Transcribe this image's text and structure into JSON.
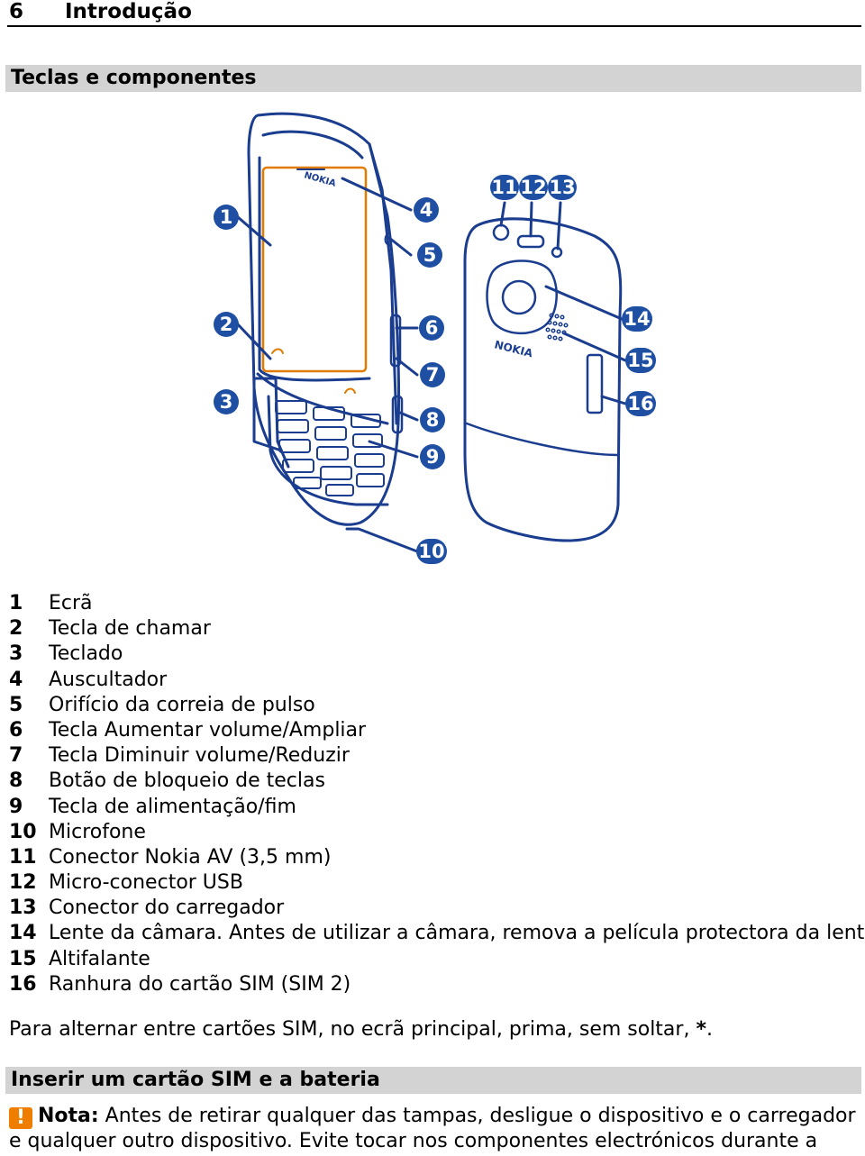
{
  "header": {
    "page_number": "6",
    "title": "Introdução"
  },
  "section1": {
    "title": "Teclas e componentes"
  },
  "figure": {
    "callouts": [
      "1",
      "2",
      "3",
      "4",
      "5",
      "6",
      "7",
      "8",
      "9",
      "10",
      "11",
      "12",
      "13",
      "14",
      "15",
      "16"
    ],
    "brand_front": "NOKIA",
    "brand_back": "NOKIA",
    "colors": {
      "outline": "#1a3d8f",
      "callout": "#1f4fa3",
      "screen": "#e07b00"
    }
  },
  "components": [
    {
      "num": "1",
      "label": "Ecrã"
    },
    {
      "num": "2",
      "label": "Tecla de chamar"
    },
    {
      "num": "3",
      "label": "Teclado"
    },
    {
      "num": "4",
      "label": "Auscultador"
    },
    {
      "num": "5",
      "label": "Orifício da correia de pulso"
    },
    {
      "num": "6",
      "label": "Tecla Aumentar volume/Ampliar"
    },
    {
      "num": "7",
      "label": "Tecla Diminuir volume/Reduzir"
    },
    {
      "num": "8",
      "label": "Botão de bloqueio de teclas"
    },
    {
      "num": "9",
      "label": "Tecla de alimentação/fim"
    },
    {
      "num": "10",
      "label": "Microfone"
    },
    {
      "num": "11",
      "label": "Conector Nokia AV (3,5 mm)"
    },
    {
      "num": "12",
      "label": "Micro-conector USB"
    },
    {
      "num": "13",
      "label": "Conector do carregador"
    },
    {
      "num": "14",
      "label": "Lente da câmara. Antes de utilizar a câmara, remova a película protectora da lente."
    },
    {
      "num": "15",
      "label": "Altifalante"
    },
    {
      "num": "16",
      "label": "Ranhura do cartão SIM (SIM 2)"
    }
  ],
  "paragraph": {
    "text": "Para alternar entre cartões SIM, no ecrã principal, prima, sem soltar, ",
    "key": "*",
    "end": "."
  },
  "section2": {
    "title": "Inserir um cartão SIM e a bateria"
  },
  "note": {
    "icon": "warning-icon",
    "label": "Nota:",
    "text": " Antes de retirar qualquer das tampas, desligue o dispositivo e o carregador e qualquer outro dispositivo. Evite tocar nos componentes electrónicos durante a"
  }
}
